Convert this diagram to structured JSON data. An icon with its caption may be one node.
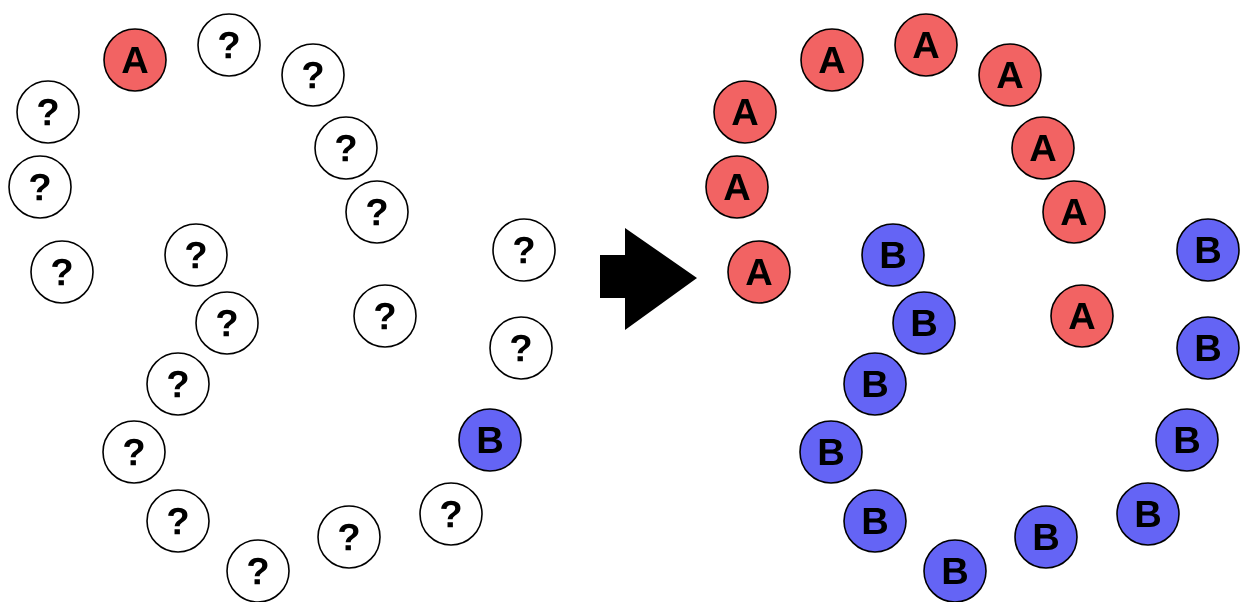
{
  "diagram": {
    "nodes": [
      {
        "text": [
          "A"
        ]
      },
      {
        "text": [
          "?"
        ]
      },
      {
        "text": [
          "?"
        ]
      },
      {
        "text": [
          "?"
        ]
      },
      {
        "text": [
          "?"
        ]
      },
      {
        "text": [
          "?"
        ]
      },
      {
        "text": [
          "?"
        ]
      },
      {
        "text": [
          "?"
        ]
      },
      {
        "text": [
          "?"
        ]
      },
      {
        "text": [
          "?"
        ]
      },
      {
        "text": [
          "?"
        ]
      },
      {
        "text": [
          "?"
        ]
      },
      {
        "text": [
          "?"
        ]
      },
      {
        "text": [
          "?"
        ]
      },
      {
        "text": [
          "?"
        ]
      },
      {
        "text": [
          "B"
        ]
      },
      {
        "text": [
          "?"
        ]
      },
      {
        "text": [
          "?"
        ]
      },
      {
        "text": [
          "?"
        ]
      },
      {
        "text": [
          "?"
        ]
      },
      {
        "text": [
          "A"
        ]
      },
      {
        "text": [
          "A"
        ]
      },
      {
        "text": [
          "A"
        ]
      },
      {
        "text": [
          "A"
        ]
      },
      {
        "text": [
          "A"
        ]
      },
      {
        "text": [
          "A"
        ]
      },
      {
        "text": [
          "A"
        ]
      },
      {
        "text": [
          "B"
        ]
      },
      {
        "text": [
          "B"
        ]
      },
      {
        "text": [
          "A"
        ]
      },
      {
        "text": [
          "B"
        ]
      },
      {
        "text": [
          "A"
        ]
      },
      {
        "text": [
          "B"
        ]
      },
      {
        "text": [
          "B"
        ]
      },
      {
        "text": [
          "B"
        ]
      },
      {
        "text": [
          "B"
        ]
      },
      {
        "text": [
          "B"
        ]
      },
      {
        "text": [
          "B"
        ]
      },
      {
        "text": [
          "B"
        ]
      },
      {
        "text": [
          "B"
        ]
      }
    ]
  }
}
